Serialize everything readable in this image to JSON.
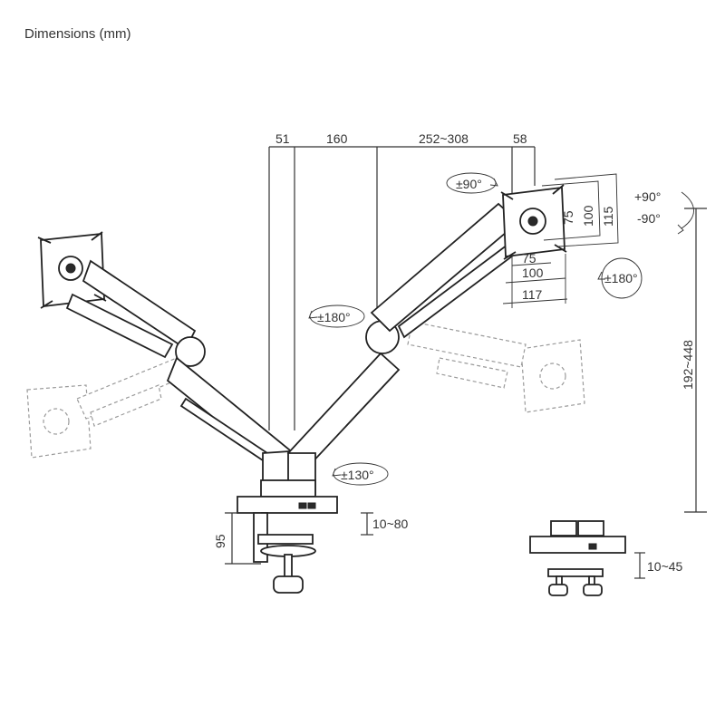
{
  "title": "Dimensions (mm)",
  "dimensions": {
    "base_offset": "51",
    "arm_segment": "160",
    "arm_reach": "252~308",
    "plate_depth": "58",
    "vesa_h_75": "75",
    "vesa_v_75": "75",
    "vesa_100": "100",
    "vesa_v_100": "100",
    "plate_width": "117",
    "plate_height": "115",
    "pole_height": "95",
    "height_range": "192~448",
    "clamp_range": "10~80",
    "grommet_range": "10~45"
  },
  "rotations": {
    "tilt_90": "±90°",
    "tilt_up": "+90°",
    "tilt_down": "-90°",
    "swivel_180_right": "±180°",
    "swivel_180_mid": "±180°",
    "swivel_130": "±130°"
  },
  "colors": {
    "line": "#333333",
    "ghost": "#9a9a9a",
    "background": "#ffffff"
  }
}
